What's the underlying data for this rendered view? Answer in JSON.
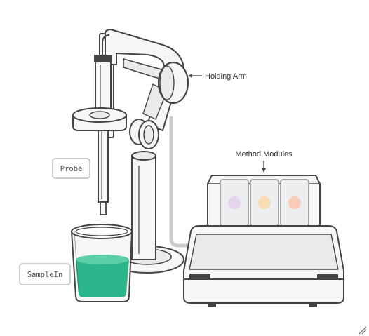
{
  "labels": {
    "holding_arm": "Holding Arm",
    "method_modules": "Method Modules",
    "probe": "Probe",
    "sample_in": "SampleIn"
  },
  "colors": {
    "outline": "#444444",
    "fill_light": "#f5f6f7",
    "fill_mid": "#e8eaec",
    "tube_gray": "#c9cbcd",
    "liquid": "#2bb58a",
    "liquid_surface": "#5ccfa6",
    "module_purple": "#e6d3ec",
    "module_yellow": "#f8dcb4",
    "module_orange": "#f9cbb8",
    "tag_border": "#bdbdbd"
  },
  "icons": {
    "corner": "resize-grip-icon"
  }
}
